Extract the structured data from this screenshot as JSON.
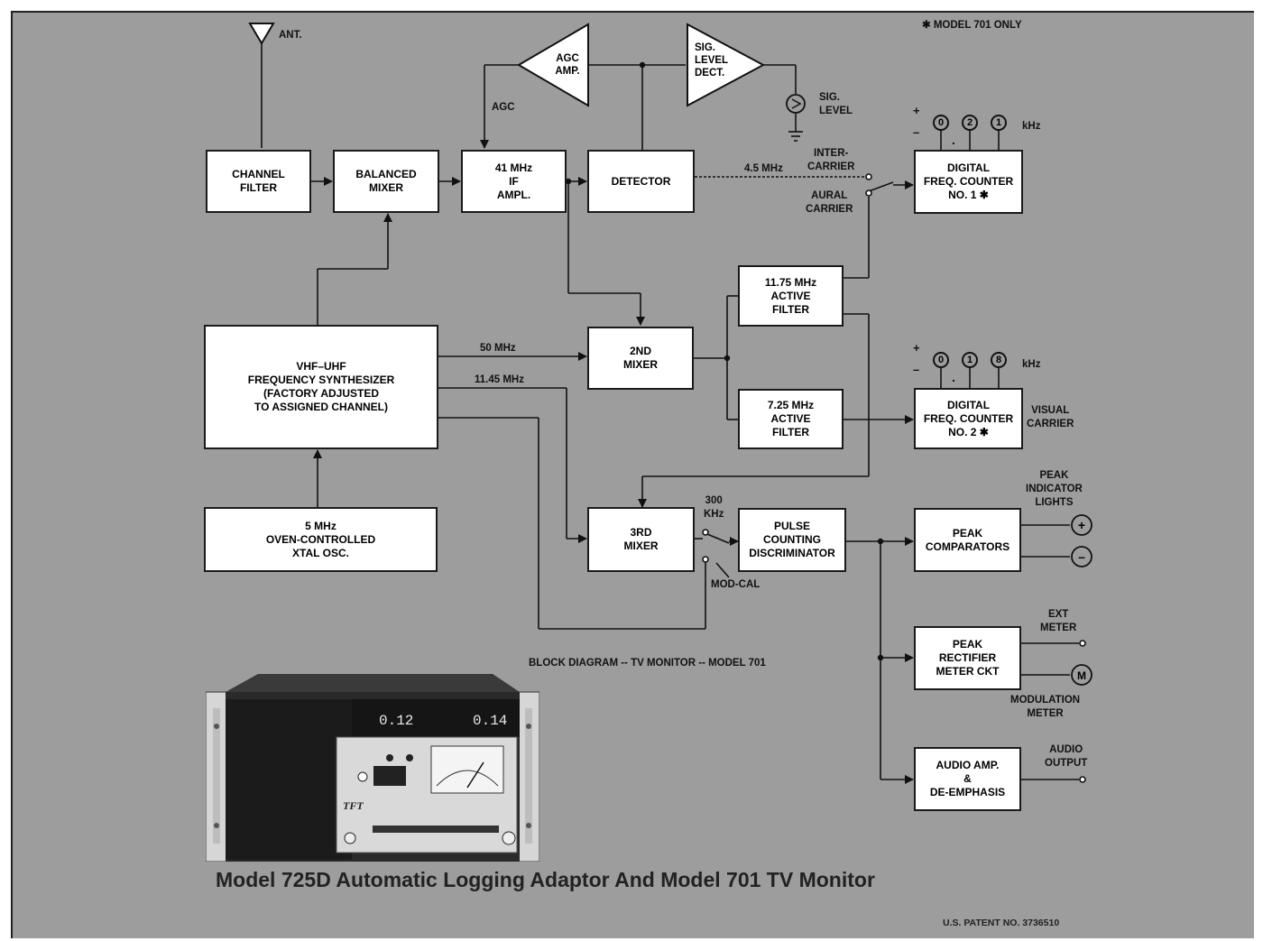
{
  "note_model_only": "✱ MODEL 701 ONLY",
  "antenna_label": "ANT.",
  "blocks": {
    "channel_filter": "CHANNEL\nFILTER",
    "balanced_mixer": "BALANCED\nMIXER",
    "if_ampl": "41 MHz\nIF\nAMPL.",
    "detector": "DETECTOR",
    "agc_amp": "AGC\nAMP.",
    "sig_level_dect": "SIG.\nLEVEL\nDECT.",
    "synthesizer": "VHF–UHF\nFREQUENCY SYNTHESIZER\n(FACTORY ADJUSTED\nTO ASSIGNED CHANNEL)",
    "xtal_osc": "5 MHz\nOVEN-CONTROLLED\nXTAL OSC.",
    "second_mixer": "2ND\nMIXER",
    "third_mixer": "3RD\nMIXER",
    "filter_1175": "11.75 MHz\nACTIVE\nFILTER",
    "filter_725": "7.25 MHz\nACTIVE\nFILTER",
    "counter_1": "DIGITAL\nFREQ. COUNTER\nNO. 1  ✱",
    "counter_2": "DIGITAL\nFREQ. COUNTER\nNO. 2  ✱",
    "pulse_disc": "PULSE\nCOUNTING\nDISCRIMINATOR",
    "peak_comp": "PEAK\nCOMPARATORS",
    "peak_rect": "PEAK\nRECTIFIER\nMETER CKT",
    "audio_amp": "AUDIO AMP.\n&\nDE-EMPHASIS"
  },
  "labels": {
    "agc": "AGC",
    "sig_level": "SIG.\nLEVEL",
    "mhz_45": "4.5 MHz",
    "intercarrier": "INTER-\nCARRIER",
    "aural_carrier": "AURAL\nCARRIER",
    "mhz_50": "50 MHz",
    "mhz_1145": "11.45 MHz",
    "khz_300": "300\nKHz",
    "mod_cal": "MOD-CAL",
    "visual_carrier": "VISUAL\nCARRIER",
    "peak_indicator_lights": "PEAK\nINDICATOR\nLIGHTS",
    "ext_meter": "EXT\nMETER",
    "modulation_meter": "MODULATION\nMETER",
    "audio_output": "AUDIO\nOUTPUT",
    "khz_1": "kHz",
    "khz_2": "kHz",
    "plus_1": "+",
    "minus_1": "–",
    "plus_2": "+",
    "minus_2": "–",
    "block_diagram_title": "BLOCK DIAGRAM -- TV MONITOR -- MODEL 701"
  },
  "counter_1_digits": [
    "0",
    "2",
    "1"
  ],
  "counter_2_digits": [
    "0",
    "1",
    "8"
  ],
  "indicator_plus": "+",
  "indicator_minus": "–",
  "meter_symbol": "M",
  "photo_display_left": "0.12",
  "photo_display_right": "0.14",
  "photo_brand": "TFT",
  "caption": "Model 725D Automatic Logging Adaptor And Model 701 TV Monitor",
  "patent": "U.S. PATENT NO. 3736510"
}
